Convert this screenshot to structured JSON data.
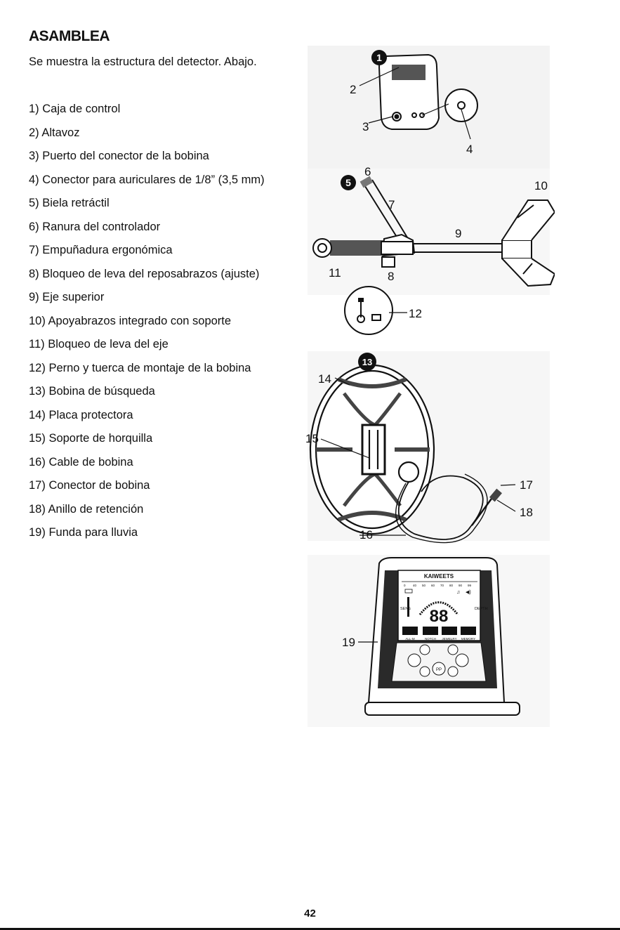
{
  "heading": "ASAMBLEA",
  "intro": "Se muestra la estructura del detector. Abajo.",
  "parts": [
    {
      "num": "1)",
      "label": "Caja de control"
    },
    {
      "num": "2)",
      "label": "Altavoz"
    },
    {
      "num": "3)",
      "label": "Puerto del conector de la bobina"
    },
    {
      "num": "4)",
      "label": "Conector para auriculares de 1/8” (3,5 mm)"
    },
    {
      "num": "5)",
      "label": "Biela retráctil"
    },
    {
      "num": "6)",
      "label": "Ranura del controlador"
    },
    {
      "num": "7)",
      "label": "Empuñadura ergonómica"
    },
    {
      "num": "8)",
      "label": "Bloqueo de leva del reposabrazos (ajuste)"
    },
    {
      "num": "9)",
      "label": "Eje superior"
    },
    {
      "num": "10)",
      "label": "Apoyabrazos integrado con soporte"
    },
    {
      "num": "11)",
      "label": "Bloqueo de leva del eje"
    },
    {
      "num": "12)",
      "label": "Perno y tuerca de montaje de la bobina"
    },
    {
      "num": "13)",
      "label": "Bobina de búsqueda"
    },
    {
      "num": "14)",
      "label": "Placa protectora"
    },
    {
      "num": "15)",
      "label": "Soporte de horquilla"
    },
    {
      "num": "16)",
      "label": "Cable de bobina"
    },
    {
      "num": "17)",
      "label": "Conector de bobina"
    },
    {
      "num": "18)",
      "label": "Anillo de retención"
    },
    {
      "num": "19)",
      "label": "Funda para lluvia"
    }
  ],
  "callouts": {
    "c1": "1",
    "c2": "2",
    "c3": "3",
    "c4": "4",
    "c5": "5",
    "c6": "6",
    "c7": "7",
    "c8": "8",
    "c9": "9",
    "c10": "10",
    "c11": "11",
    "c12": "12",
    "c13": "13",
    "c14": "14",
    "c15": "15",
    "c16": "16",
    "c17": "17",
    "c18": "18",
    "c19": "19"
  },
  "display": {
    "brand": "KAIWEETS",
    "scale": [
      "0",
      "40",
      "50",
      "60",
      "70",
      "80",
      "90",
      "99"
    ],
    "sens": "SENS",
    "depth": "DEPTH",
    "digits": "88",
    "modes": [
      "ALL-M",
      "NOTCH",
      "JEWELRY",
      "MEMORY"
    ],
    "pinpoint": "PP"
  },
  "page_number": "42"
}
